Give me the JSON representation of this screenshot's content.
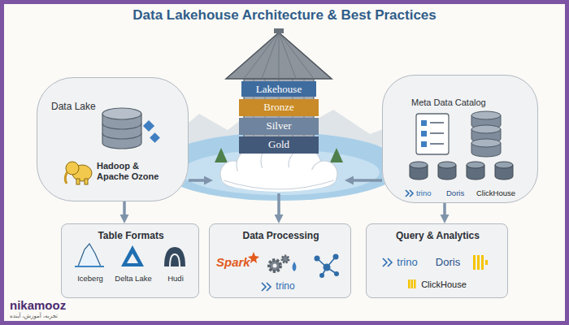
{
  "diagram": {
    "title": "Data Lakehouse Architecture & Best Practices",
    "nodes": [
      {
        "text": [
          "Data Lake",
          "Hadoop & Apache Ozone"
        ]
      },
      {
        "text": [
          "Lakehouse"
        ]
      },
      {
        "text": [
          "Bronze"
        ],
        "in": 1
      },
      {
        "text": [
          "Silver"
        ],
        "in": 1
      },
      {
        "text": [
          "Gold"
        ],
        "in": 1
      },
      {
        "text": [
          "Meta Data Catalog",
          "trino",
          "Doris",
          "ClickHouse"
        ]
      },
      {
        "text": [
          "Table Formats",
          "Iceberg",
          "Delta Lake",
          "Hudi"
        ]
      },
      {
        "text": [
          "Data Processing",
          "Spark",
          "trino"
        ]
      },
      {
        "text": [
          "Query & Analytics",
          "trino",
          "Doris",
          "ClickHouse"
        ]
      }
    ],
    "edges": [
      {
        "from": 0,
        "to": 1,
        "arrow": "to"
      },
      {
        "from": 5,
        "to": 1,
        "arrow": "to"
      },
      {
        "from": 0,
        "to": 6,
        "arrow": "to"
      },
      {
        "from": 1,
        "to": 7,
        "arrow": "to"
      },
      {
        "from": 5,
        "to": 8,
        "arrow": "to"
      }
    ],
    "labels": [
      "nikamooz",
      "تجربه، آموزش، آینده"
    ]
  }
}
